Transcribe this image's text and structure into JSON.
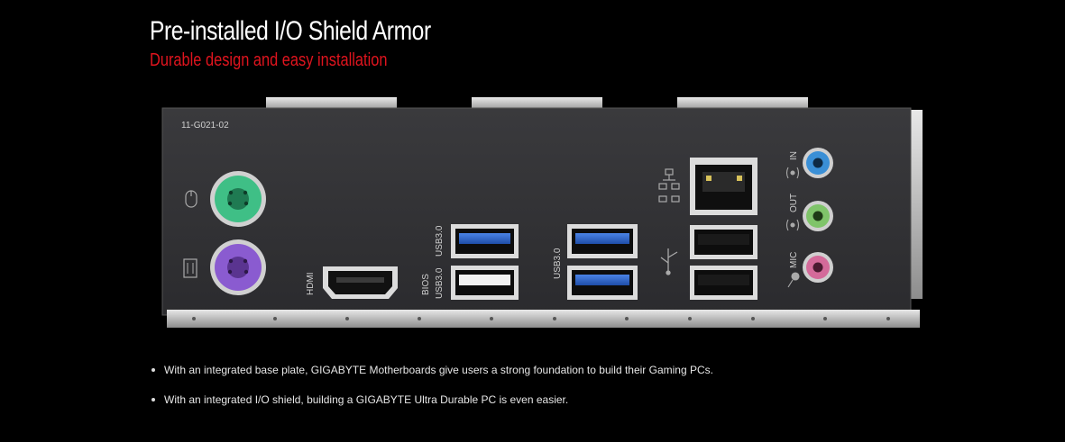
{
  "header": {
    "title": "Pre-installed I/O Shield Armor",
    "subtitle": "Durable design and easy installation"
  },
  "shield": {
    "part_number": "11-G021-02",
    "labels": {
      "hdmi": "HDMI",
      "usb30_top_left": "USB3.0",
      "usb30_bios_1": "BIOS",
      "usb30_bios_2": "USB3.0",
      "usb30_right": "USB3.0",
      "audio_in": "IN",
      "audio_out": "OUT",
      "audio_mic": "MIC"
    },
    "colors": {
      "ps2_mouse": "#3fbf86",
      "ps2_keyboard": "#8a5bd0",
      "usb3": "#2d63c8",
      "audio_in": "#3a8fd6",
      "audio_out": "#7fc46a",
      "audio_mic": "#d46a9a",
      "accent_red": "#e0141e"
    },
    "icons": [
      "mouse-icon",
      "keyboard-icon",
      "network-icon",
      "usb-icon",
      "audio-in-icon",
      "audio-out-icon",
      "microphone-icon"
    ]
  },
  "bullets": [
    "With an integrated base plate, GIGABYTE Motherboards give users a strong foundation to build their Gaming PCs.",
    "With an integrated I/O shield, building a GIGABYTE Ultra Durable PC is even easier."
  ]
}
